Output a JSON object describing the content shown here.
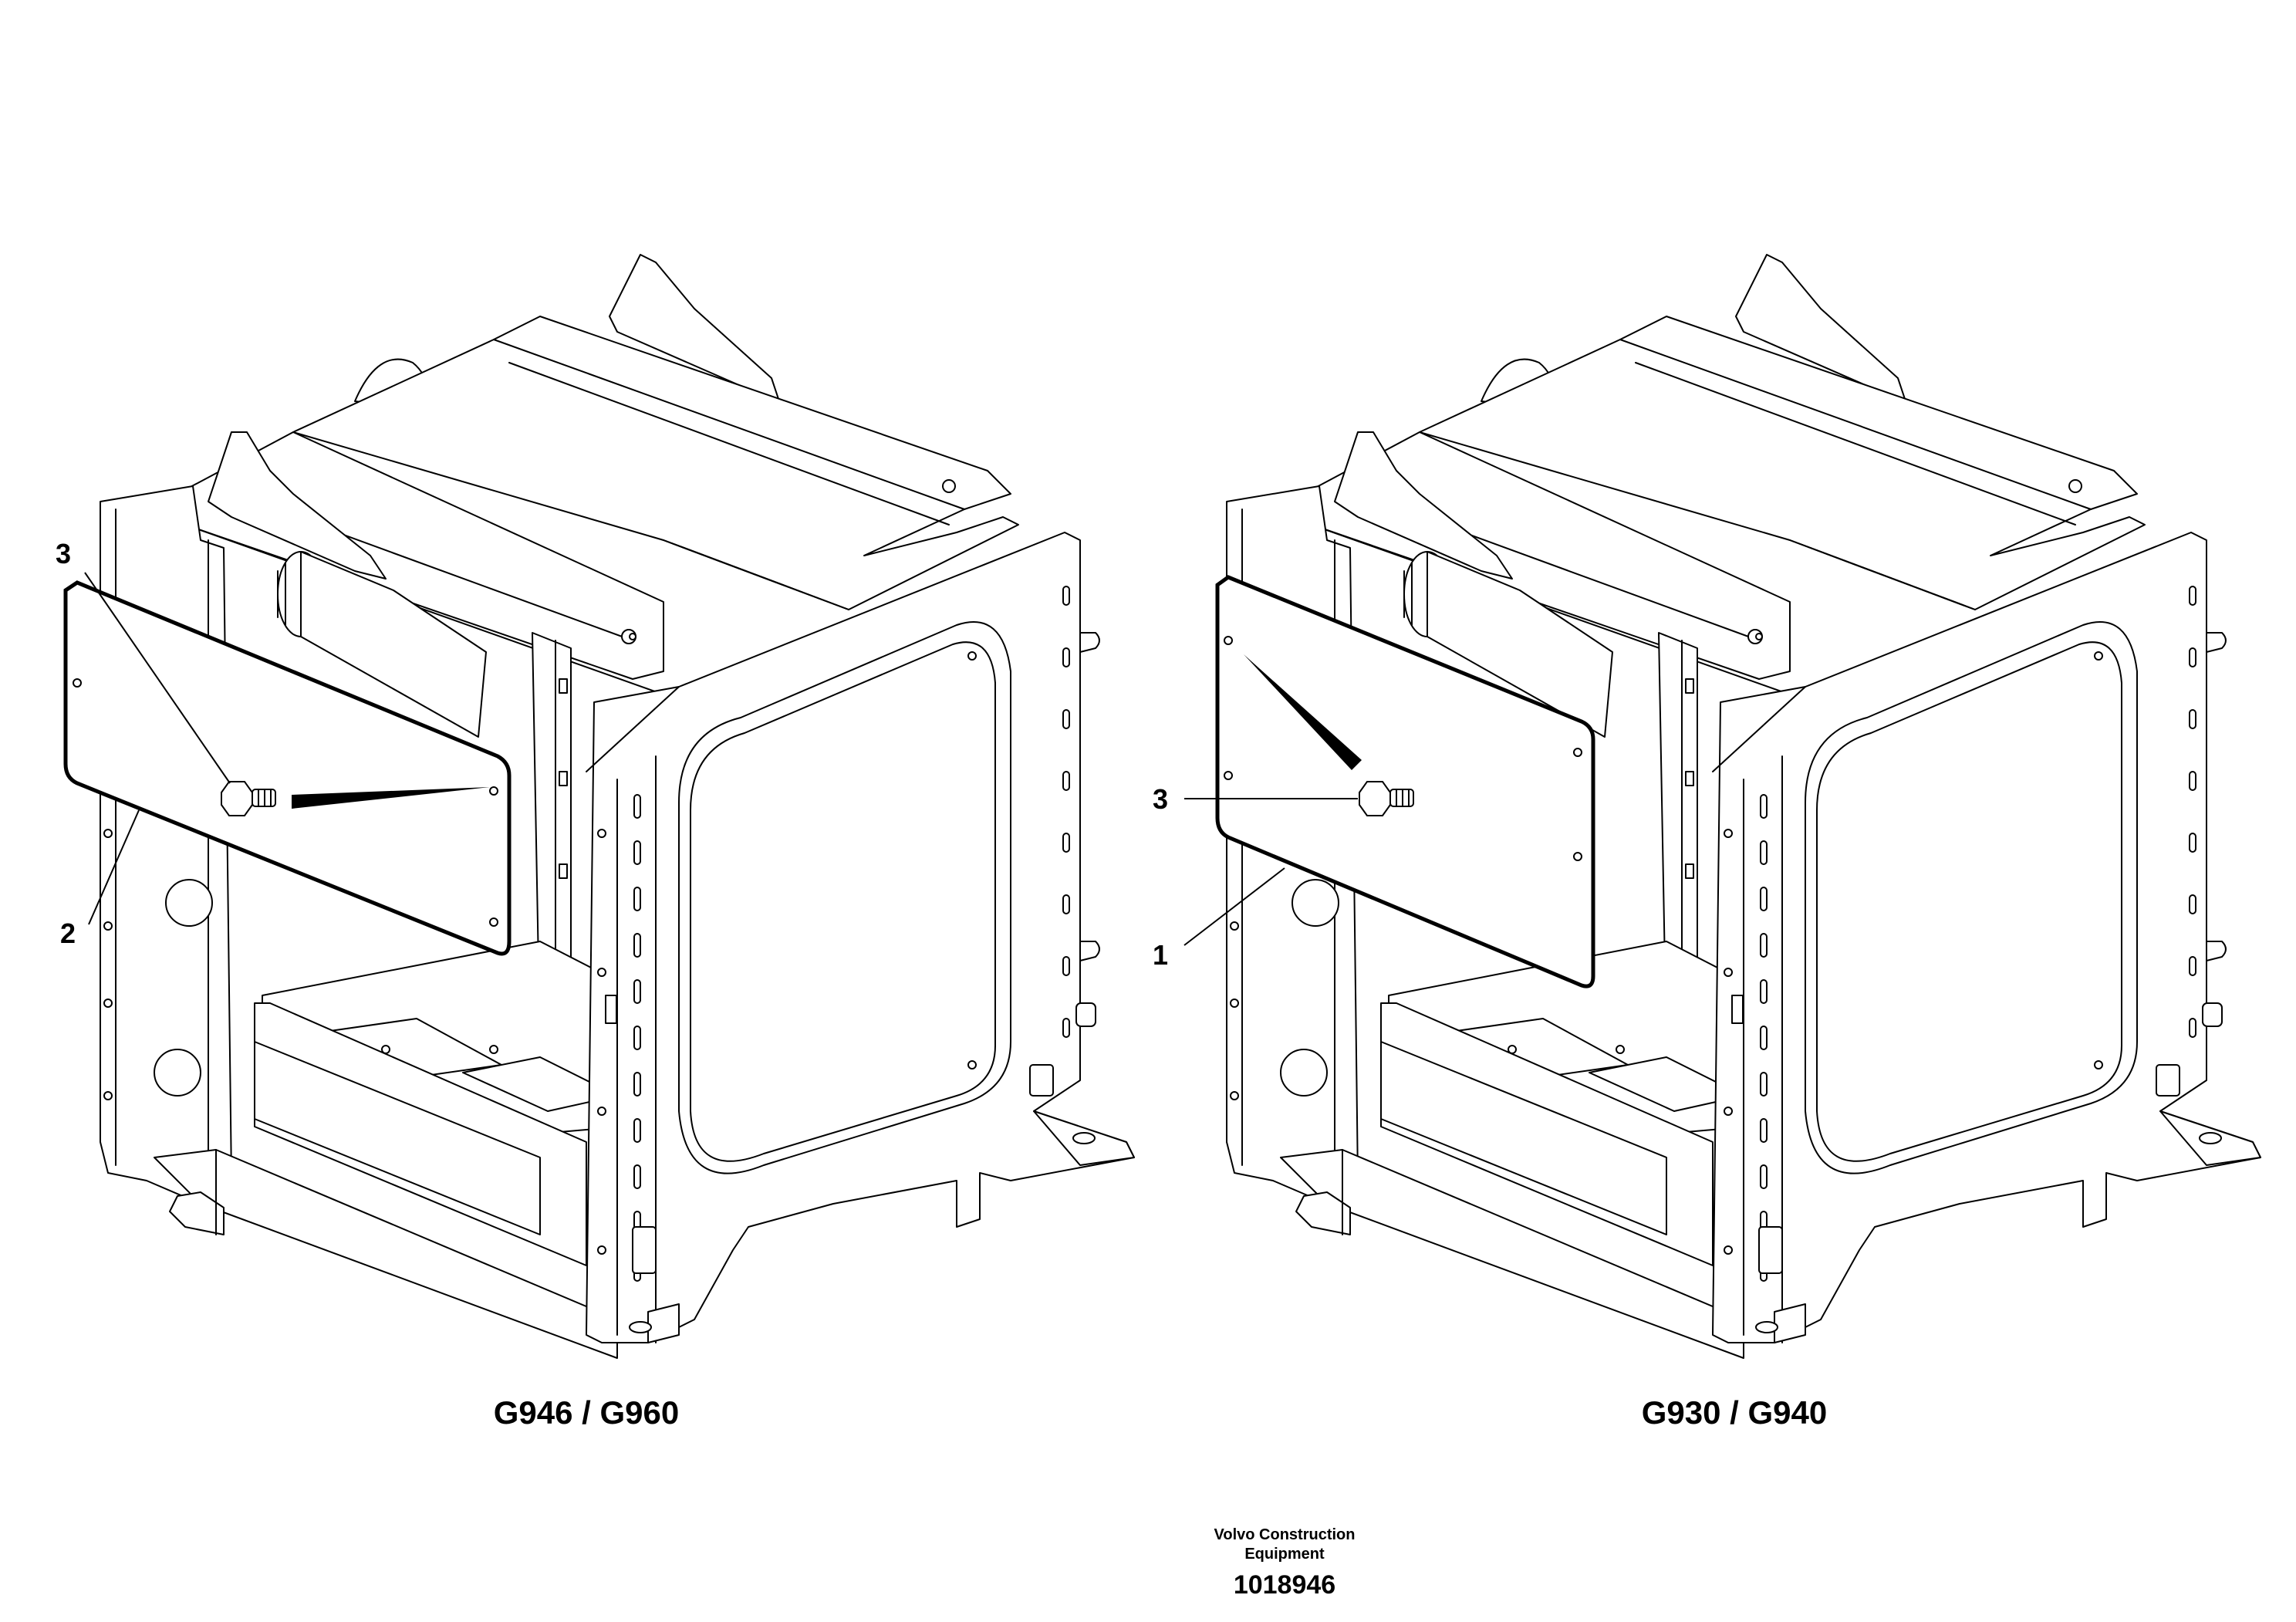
{
  "assemblies": [
    {
      "label": "G946 / G960",
      "callouts": [
        "3",
        "2"
      ]
    },
    {
      "label": "G930 / G940",
      "callouts": [
        "3",
        "1"
      ]
    }
  ],
  "footer": {
    "company_line1": "Volvo Construction",
    "company_line2": "Equipment",
    "drawing_number": "1018946"
  }
}
